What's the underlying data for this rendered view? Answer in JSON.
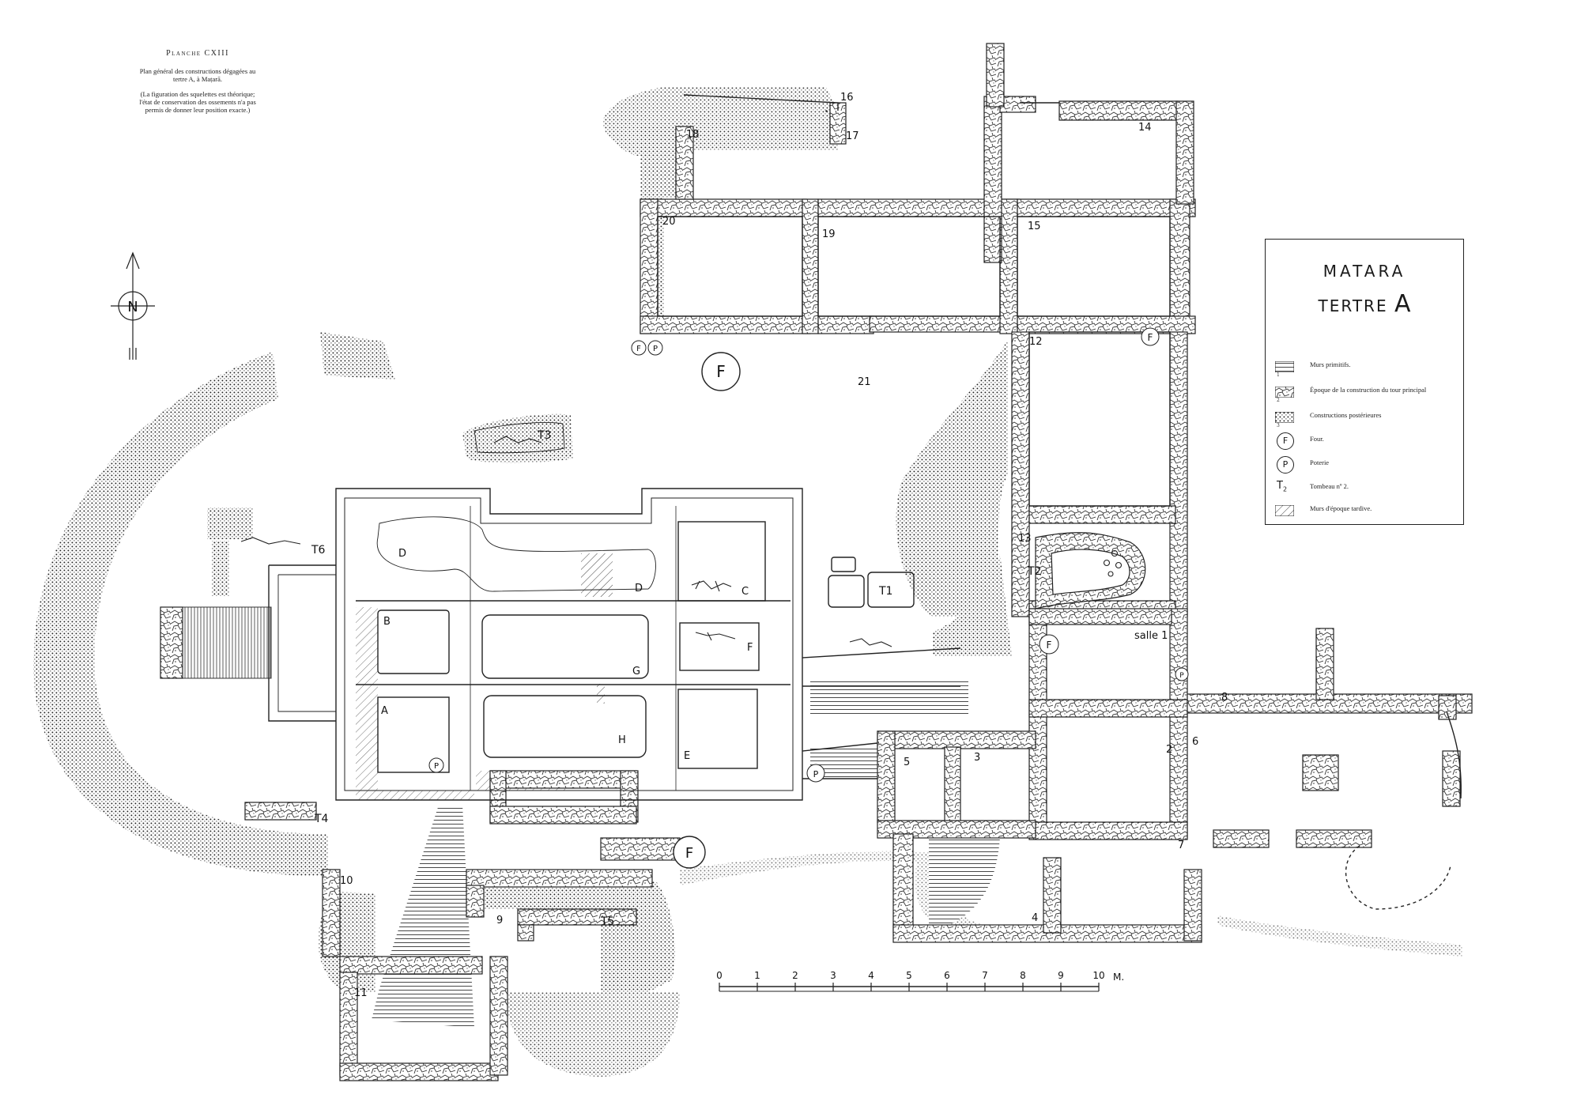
{
  "caption": {
    "plate": "Planche CXIII",
    "text1": "Plan général des constructions dégagées au tertre A, à Maṭarā.",
    "text2": "(La figuration des squelettes est théorique; l'état de conservation des ossements n'a pas permis de donner leur position exacte.)"
  },
  "north": {
    "letter": "N"
  },
  "legend": {
    "title_line1": "MATARA",
    "title_line2_prefix": "TERTRE",
    "title_line2_big": "A",
    "items": [
      {
        "symbol": "hatch-horizontal",
        "num": "1",
        "label": "Murs primitifs."
      },
      {
        "symbol": "stones",
        "num": "2",
        "label": "Époque de la construction du tour principal"
      },
      {
        "symbol": "dots",
        "num": "3",
        "label": "Constructions postérieures"
      },
      {
        "symbol": "F",
        "label": "Four."
      },
      {
        "symbol": "P",
        "label": "Poterie"
      },
      {
        "symbol": "T",
        "sub": "2",
        "label": "Tombeau nº 2."
      },
      {
        "symbol": "hatch-diagonal",
        "label": "Murs d'époque tardive."
      }
    ]
  },
  "map": {
    "rooms": [
      {
        "id": "1",
        "text": "salle 1"
      },
      {
        "id": "2",
        "text": "2"
      },
      {
        "id": "3",
        "text": "3"
      },
      {
        "id": "4",
        "text": "4"
      },
      {
        "id": "5",
        "text": "5"
      },
      {
        "id": "6",
        "text": "6"
      },
      {
        "id": "7",
        "text": "7"
      },
      {
        "id": "8",
        "text": "8"
      },
      {
        "id": "9",
        "text": "9"
      },
      {
        "id": "10",
        "text": "10"
      },
      {
        "id": "11",
        "text": "11"
      },
      {
        "id": "12",
        "text": "12"
      },
      {
        "id": "13",
        "text": "13"
      },
      {
        "id": "14",
        "text": "14"
      },
      {
        "id": "15",
        "text": "15"
      },
      {
        "id": "16",
        "text": "16"
      },
      {
        "id": "17",
        "text": "17"
      },
      {
        "id": "18",
        "text": "18"
      },
      {
        "id": "19",
        "text": "19"
      },
      {
        "id": "20",
        "text": "20"
      },
      {
        "id": "21",
        "text": "21"
      }
    ],
    "cells": [
      "A",
      "B",
      "C",
      "D",
      "D",
      "E",
      "F",
      "G",
      "H"
    ],
    "tombs": [
      "T1",
      "T2",
      "T3",
      "T4",
      "T5",
      "T6"
    ],
    "features": {
      "four": "F",
      "poterie": "P"
    }
  },
  "scale": {
    "ticks": [
      "0",
      "1",
      "2",
      "3",
      "4",
      "5",
      "6",
      "7",
      "8",
      "9",
      "10"
    ],
    "unit": "M."
  }
}
